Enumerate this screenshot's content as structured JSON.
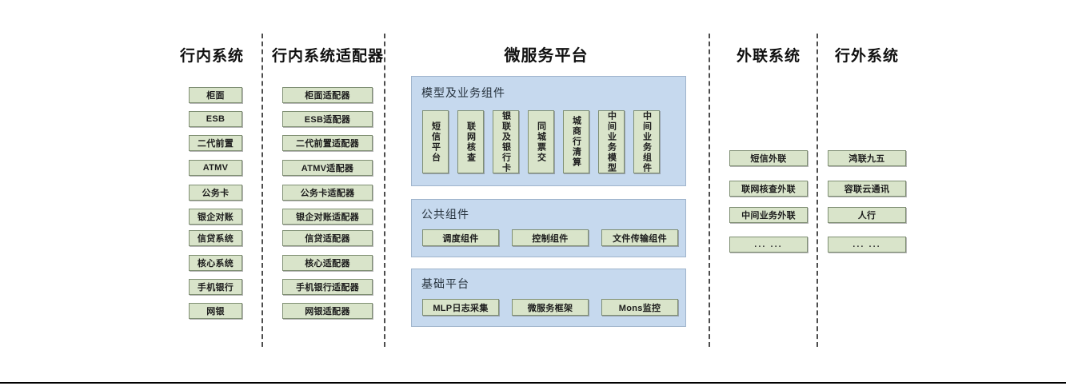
{
  "colors": {
    "node_fill": "#d9e4ca",
    "node_border": "#7f8f73",
    "panel_fill": "#c6d9ee",
    "panel_border": "#9fb4cc",
    "divider": "#4d4d4d",
    "text": "#1c1c1c"
  },
  "columns": [
    {
      "id": "internal-systems",
      "title": "行内系统",
      "items": [
        {
          "label": "柜面"
        },
        {
          "label": "ESB"
        },
        {
          "label": "二代前置"
        },
        {
          "label": "ATMV"
        },
        {
          "label": "公务卡"
        },
        {
          "label": "银企对账"
        },
        {
          "label": "信贷系统"
        },
        {
          "label": "核心系统"
        },
        {
          "label": "手机银行"
        },
        {
          "label": "网银"
        }
      ]
    },
    {
      "id": "internal-adapters",
      "title": "行内系统适配器",
      "items": [
        {
          "label": "柜面适配器"
        },
        {
          "label": "ESB适配器"
        },
        {
          "label": "二代前置适配器"
        },
        {
          "label": "ATMV适配器"
        },
        {
          "label": "公务卡适配器"
        },
        {
          "label": "银企对账适配器"
        },
        {
          "label": "信贷适配器"
        },
        {
          "label": "核心适配器"
        },
        {
          "label": "手机银行适配器"
        },
        {
          "label": "网银适配器"
        }
      ]
    },
    {
      "id": "external-liaison-systems",
      "title": "外联系统",
      "items": [
        {
          "label": "短信外联"
        },
        {
          "label": "联网核查外联"
        },
        {
          "label": "中间业务外联"
        },
        {
          "label": "... ..."
        }
      ]
    },
    {
      "id": "outside-bank-systems",
      "title": "行外系统",
      "items": [
        {
          "label": "鸿联九五"
        },
        {
          "label": "容联云通讯"
        },
        {
          "label": "人行"
        },
        {
          "label": "... ..."
        }
      ]
    }
  ],
  "platform": {
    "title": "微服务平台",
    "panels": [
      {
        "id": "model-business-components",
        "title": "模型及业务组件",
        "orientation": "vertical",
        "items": [
          {
            "label": "短信平台"
          },
          {
            "label": "联网核查"
          },
          {
            "label": "银联及银行卡"
          },
          {
            "label": "同城票交"
          },
          {
            "label": "城商行清算"
          },
          {
            "label": "中间业务模型"
          },
          {
            "label": "中间业务组件"
          }
        ]
      },
      {
        "id": "public-components",
        "title": "公共组件",
        "orientation": "horizontal",
        "items": [
          {
            "label": "调度组件"
          },
          {
            "label": "控制组件"
          },
          {
            "label": "文件传输组件"
          }
        ]
      },
      {
        "id": "base-platform",
        "title": "基础平台",
        "orientation": "horizontal",
        "items": [
          {
            "label": "MLP日志采集"
          },
          {
            "label": "微服务框架"
          },
          {
            "label": "Mons监控"
          }
        ]
      }
    ]
  }
}
